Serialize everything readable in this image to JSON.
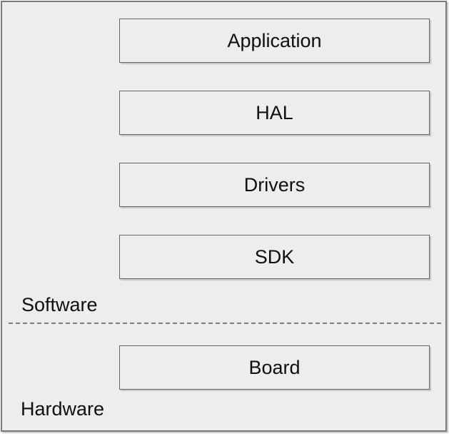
{
  "diagram": {
    "type": "layered-stack",
    "sections": {
      "software": {
        "label": "Software",
        "boxes": [
          {
            "id": "application",
            "label": "Application"
          },
          {
            "id": "hal",
            "label": "HAL"
          },
          {
            "id": "drivers",
            "label": "Drivers"
          },
          {
            "id": "sdk",
            "label": "SDK"
          }
        ]
      },
      "hardware": {
        "label": "Hardware",
        "boxes": [
          {
            "id": "board",
            "label": "Board"
          }
        ]
      }
    },
    "colors": {
      "page_bg": "#ffffff",
      "diagram_bg": "#ededed",
      "box_fill": "#ededed",
      "box_border": "#666666",
      "frame_border": "#7a7a7a",
      "divider": "#7d7d7d",
      "text": "#0f0f0f"
    }
  }
}
